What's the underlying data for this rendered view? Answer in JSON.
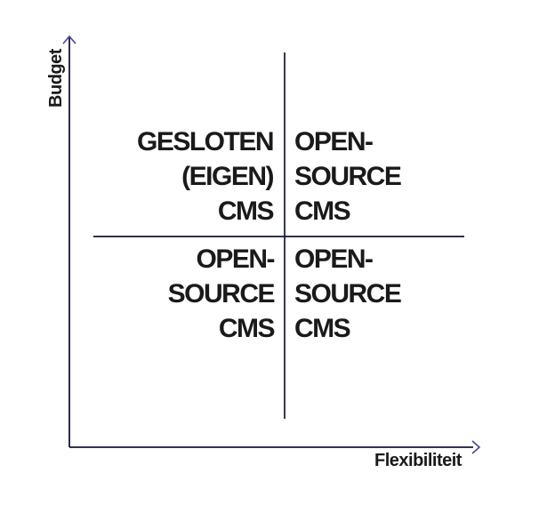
{
  "diagram": {
    "type": "quadrant-matrix",
    "axes": {
      "y_label": "Budget",
      "x_label": "Flexibiliteit"
    },
    "quadrants": {
      "top_left": "GESLOTEN\n(EIGEN)\nCMS",
      "top_right": "OPEN-\nSOURCE\nCMS",
      "bottom_left": "OPEN-\nSOURCE\nCMS",
      "bottom_right": "OPEN-\nSOURCE\nCMS"
    }
  },
  "colors": {
    "line": "#14143c",
    "arrow": "#44449e",
    "text": "#1a1a1a",
    "background": "#ffffff"
  }
}
